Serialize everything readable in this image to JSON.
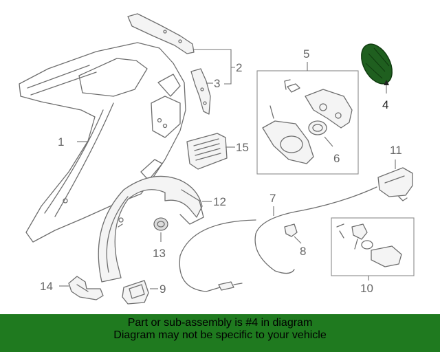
{
  "callouts": {
    "c1": "1",
    "c2": "2",
    "c3": "3",
    "c4": "4",
    "c5": "5",
    "c6": "6",
    "c7": "7",
    "c8": "8",
    "c9": "9",
    "c10": "10",
    "c11": "11",
    "c12": "12",
    "c13": "13",
    "c14": "14",
    "c15": "15"
  },
  "colors": {
    "banner": "#1f7a1f",
    "highlight_part": "#1f5f1f"
  },
  "banner": {
    "line1": "Part or sub-assembly is #4 in diagram",
    "line2": "Diagram may not be specific to your vehicle"
  }
}
